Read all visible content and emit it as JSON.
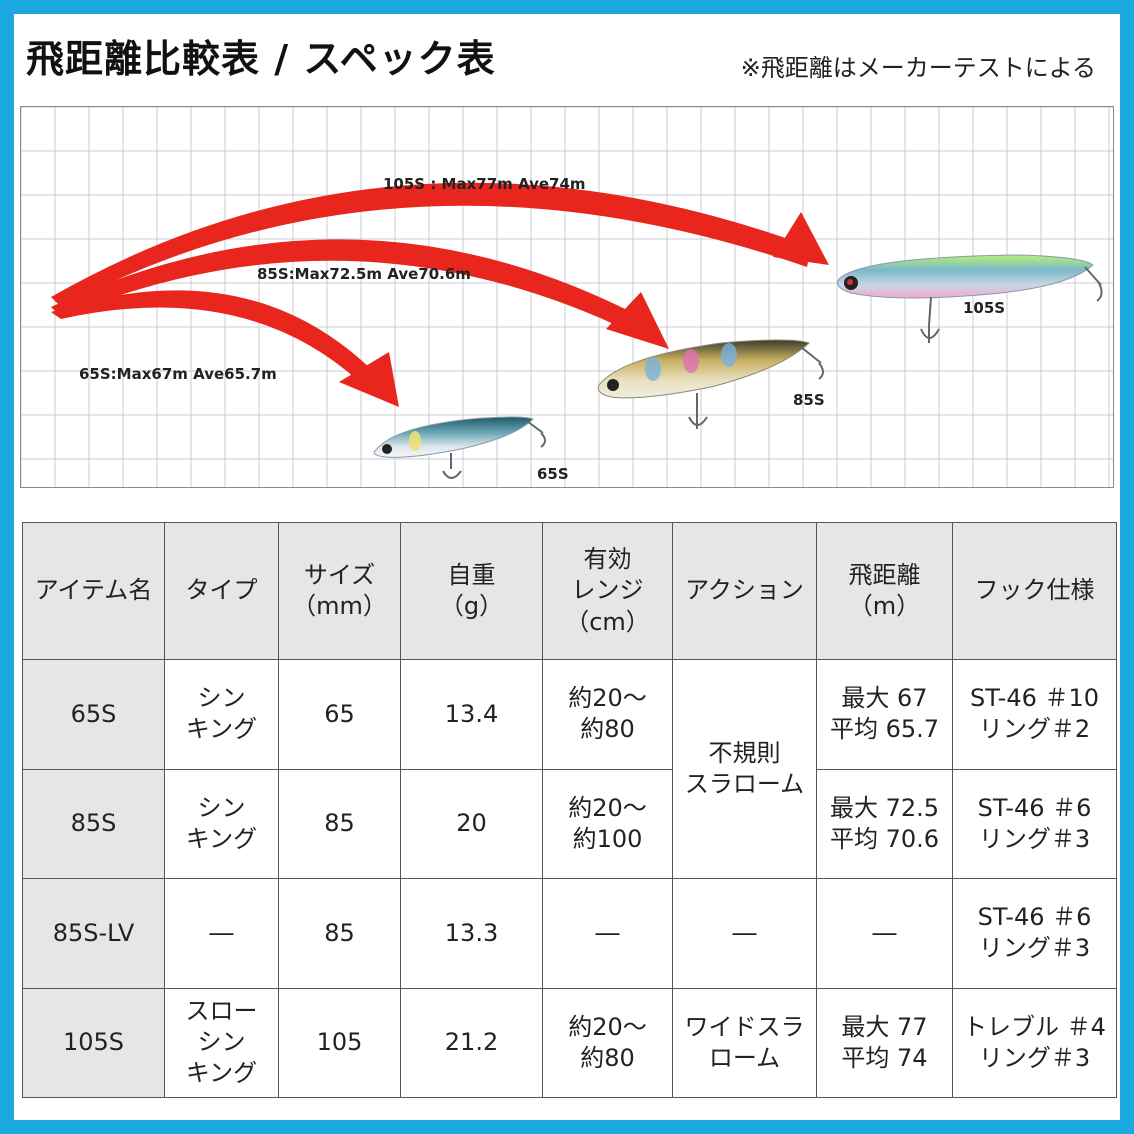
{
  "header": {
    "title": "飛距離比較表 / スペック表",
    "note": "※飛距離はメーカーテストによる"
  },
  "diagram": {
    "labels": {
      "l105": "105S : Max77m Ave74m",
      "l85": "85S:Max72.5m Ave70.6m",
      "l65": "65S:Max67m Ave65.7m"
    },
    "lures": {
      "s105": "105S",
      "s85": "85S",
      "s65": "65S"
    },
    "colors": {
      "arrow": "#e8261e",
      "grid": "#c8ccd4",
      "table_header_bg": "#e6e6e6",
      "frame": "#1ba8e0"
    }
  },
  "table": {
    "headers": [
      "アイテム名",
      "タイプ",
      "サイズ\n（mm）",
      "自重\n（g）",
      "有効\nレンジ\n（cm）",
      "アクション",
      "飛距離\n（m）",
      "フック仕様"
    ],
    "rows": [
      {
        "item": "65S",
        "type": "シン\nキング",
        "size": "65",
        "weight": "13.4",
        "range": "約20～\n約80",
        "distance": "最大 67\n平均 65.7",
        "hook": "ST-46 ＃10\nリング＃2"
      },
      {
        "item": "85S",
        "type": "シン\nキング",
        "size": "85",
        "weight": "20",
        "range": "約20～\n約100",
        "distance": "最大 72.5\n平均 70.6",
        "hook": "ST-46 ＃6\nリング＃3"
      },
      {
        "item": "85S-LV",
        "type": "―",
        "size": "85",
        "weight": "13.3",
        "range": "―",
        "action": "―",
        "distance": "―",
        "hook": "ST-46 ＃6\nリング＃3"
      },
      {
        "item": "105S",
        "type": "スロー\nシン\nキング",
        "size": "105",
        "weight": "21.2",
        "range": "約20～\n約80",
        "action": "ワイドスラ\nローム",
        "distance": "最大 77\n平均 74",
        "hook": "トレブル ＃4\nリング＃3"
      }
    ],
    "merged_action": "不規則\nスラローム"
  }
}
